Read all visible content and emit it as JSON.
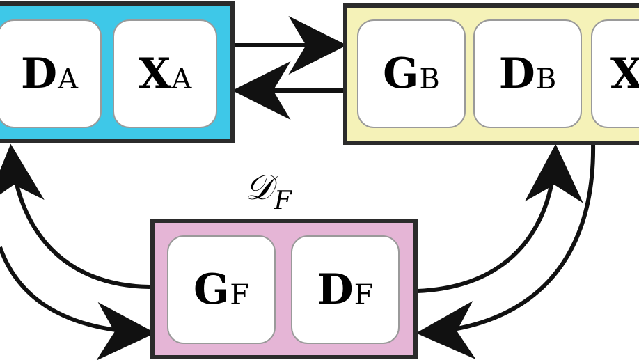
{
  "colors": {
    "node_a": "#3ec8e8",
    "node_b": "#f5f2b8",
    "node_f": "#e5b5d6",
    "border": "#2b2b2b",
    "arrow": "#111111"
  },
  "nodes": {
    "a": {
      "tiles": [
        {
          "sym": "D",
          "sub": "A"
        },
        {
          "sym": "X",
          "sub": "A"
        }
      ]
    },
    "b": {
      "tiles": [
        {
          "sym": "G",
          "sub": "B"
        },
        {
          "sym": "D",
          "sub": "B"
        },
        {
          "sym": "X",
          "sub": ""
        }
      ]
    },
    "f": {
      "label_sym": "𝒟",
      "label_sub": "F",
      "tiles": [
        {
          "sym": "G",
          "sub": "F"
        },
        {
          "sym": "D",
          "sub": "F"
        }
      ]
    }
  }
}
